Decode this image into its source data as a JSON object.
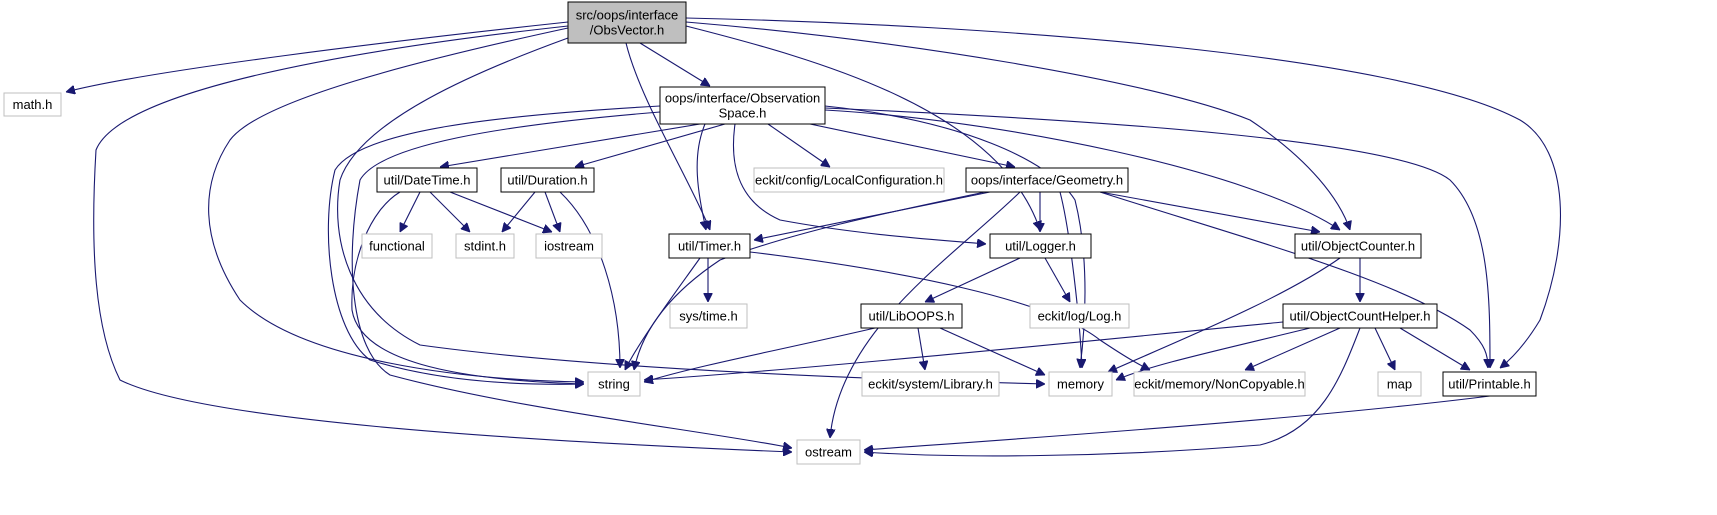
{
  "diagram": {
    "type": "include-dependency-graph",
    "colors": {
      "edge": "#191970",
      "root_fill": "#bfbfbf",
      "internal_border": "#000000",
      "external_border": "#bfbfbf"
    },
    "nodes": [
      {
        "id": "obsvector",
        "kind": "root",
        "lines": [
          "src/oops/interface",
          "/ObsVector.h"
        ]
      },
      {
        "id": "math",
        "kind": "external",
        "lines": [
          "math.h"
        ]
      },
      {
        "id": "obsspace",
        "kind": "internal",
        "lines": [
          "oops/interface/Observation",
          "Space.h"
        ]
      },
      {
        "id": "datetime",
        "kind": "internal",
        "lines": [
          "util/DateTime.h"
        ]
      },
      {
        "id": "duration",
        "kind": "internal",
        "lines": [
          "util/Duration.h"
        ]
      },
      {
        "id": "localconfig",
        "kind": "external",
        "lines": [
          "eckit/config/LocalConfiguration.h"
        ]
      },
      {
        "id": "geometry",
        "kind": "internal",
        "lines": [
          "oops/interface/Geometry.h"
        ]
      },
      {
        "id": "functional",
        "kind": "external",
        "lines": [
          "functional"
        ]
      },
      {
        "id": "stdint",
        "kind": "external",
        "lines": [
          "stdint.h"
        ]
      },
      {
        "id": "iostream",
        "kind": "external",
        "lines": [
          "iostream"
        ]
      },
      {
        "id": "timer",
        "kind": "internal",
        "lines": [
          "util/Timer.h"
        ]
      },
      {
        "id": "logger",
        "kind": "internal",
        "lines": [
          "util/Logger.h"
        ]
      },
      {
        "id": "objectcounter",
        "kind": "internal",
        "lines": [
          "util/ObjectCounter.h"
        ]
      },
      {
        "id": "systime",
        "kind": "external",
        "lines": [
          "sys/time.h"
        ]
      },
      {
        "id": "log",
        "kind": "external",
        "lines": [
          "eckit/log/Log.h"
        ]
      },
      {
        "id": "liboops",
        "kind": "internal",
        "lines": [
          "util/LibOOPS.h"
        ]
      },
      {
        "id": "objectcounthelper",
        "kind": "internal",
        "lines": [
          "util/ObjectCountHelper.h"
        ]
      },
      {
        "id": "string",
        "kind": "external",
        "lines": [
          "string"
        ]
      },
      {
        "id": "library",
        "kind": "external",
        "lines": [
          "eckit/system/Library.h"
        ]
      },
      {
        "id": "memory",
        "kind": "external",
        "lines": [
          "memory"
        ]
      },
      {
        "id": "noncopyable",
        "kind": "external",
        "lines": [
          "eckit/memory/NonCopyable.h"
        ]
      },
      {
        "id": "map",
        "kind": "external",
        "lines": [
          "map"
        ]
      },
      {
        "id": "printable",
        "kind": "internal",
        "lines": [
          "util/Printable.h"
        ]
      },
      {
        "id": "ostream",
        "kind": "external",
        "lines": [
          "ostream"
        ]
      }
    ],
    "edges": [
      [
        "obsvector",
        "math"
      ],
      [
        "obsvector",
        "obsspace"
      ],
      [
        "obsvector",
        "string"
      ],
      [
        "obsvector",
        "ostream"
      ],
      [
        "obsvector",
        "memory"
      ],
      [
        "obsvector",
        "timer"
      ],
      [
        "obsvector",
        "logger"
      ],
      [
        "obsvector",
        "objectcounter"
      ],
      [
        "obsvector",
        "printable"
      ],
      [
        "obsspace",
        "datetime"
      ],
      [
        "obsspace",
        "duration"
      ],
      [
        "obsspace",
        "localconfig"
      ],
      [
        "obsspace",
        "geometry"
      ],
      [
        "obsspace",
        "timer"
      ],
      [
        "obsspace",
        "logger"
      ],
      [
        "obsspace",
        "objectcounter"
      ],
      [
        "obsspace",
        "printable"
      ],
      [
        "obsspace",
        "memory"
      ],
      [
        "obsspace",
        "string"
      ],
      [
        "obsspace",
        "ostream"
      ],
      [
        "datetime",
        "functional"
      ],
      [
        "datetime",
        "stdint"
      ],
      [
        "datetime",
        "iostream"
      ],
      [
        "datetime",
        "string"
      ],
      [
        "duration",
        "stdint"
      ],
      [
        "duration",
        "iostream"
      ],
      [
        "duration",
        "string"
      ],
      [
        "geometry",
        "timer"
      ],
      [
        "geometry",
        "logger"
      ],
      [
        "geometry",
        "objectcounter"
      ],
      [
        "geometry",
        "memory"
      ],
      [
        "geometry",
        "string"
      ],
      [
        "geometry",
        "ostream"
      ],
      [
        "geometry",
        "printable"
      ],
      [
        "timer",
        "systime"
      ],
      [
        "timer",
        "string"
      ],
      [
        "timer",
        "noncopyable"
      ],
      [
        "logger",
        "log"
      ],
      [
        "logger",
        "liboops"
      ],
      [
        "liboops",
        "library"
      ],
      [
        "liboops",
        "string"
      ],
      [
        "liboops",
        "memory"
      ],
      [
        "objectcounter",
        "objectcounthelper"
      ],
      [
        "objectcounter",
        "memory"
      ],
      [
        "objectcounthelper",
        "map"
      ],
      [
        "objectcounthelper",
        "noncopyable"
      ],
      [
        "objectcounthelper",
        "memory"
      ],
      [
        "objectcounthelper",
        "printable"
      ],
      [
        "objectcounthelper",
        "ostream"
      ],
      [
        "objectcounthelper",
        "string"
      ],
      [
        "printable",
        "ostream"
      ]
    ]
  }
}
